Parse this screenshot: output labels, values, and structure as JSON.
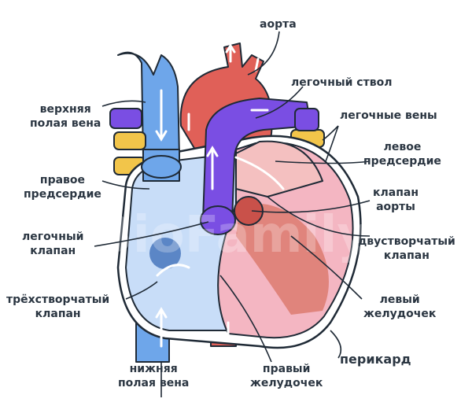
{
  "labels": {
    "aorta": "аорта",
    "pulmonary_trunk": "легочный ствол",
    "pulmonary_veins": "легочные вены",
    "left_atrium_1": "левое",
    "left_atrium_2": "предсердие",
    "aortic_valve_1": "клапан",
    "aortic_valve_2": "аорты",
    "mitral_valve_1": "двустворчатый",
    "mitral_valve_2": "клапан",
    "left_ventricle_1": "левый",
    "left_ventricle_2": "желудочек",
    "pericardium": "перикард",
    "right_ventricle_1": "правый",
    "right_ventricle_2": "желудочек",
    "ivc_1": "нижняя",
    "ivc_2": "полая вена",
    "tricuspid_1": "трёхстворчатый",
    "tricuspid_2": "клапан",
    "pulmonary_valve_1": "легочный",
    "pulmonary_valve_2": "клапан",
    "right_atrium_1": "правое",
    "right_atrium_2": "предсердие",
    "svc_1": "верхняя",
    "svc_2": "полая вена"
  },
  "watermark": "BioFamily",
  "colors": {
    "vein_blue": "#6ea6ea",
    "right_chamber": "#c8ddf8",
    "artery_red": "#e06058",
    "pulmonary_purple": "#7a4ee3",
    "pulmonary_vein_yellow": "#f2c54a",
    "left_chamber_pink": "#f4b6c2",
    "label_text": "#2b3642"
  }
}
